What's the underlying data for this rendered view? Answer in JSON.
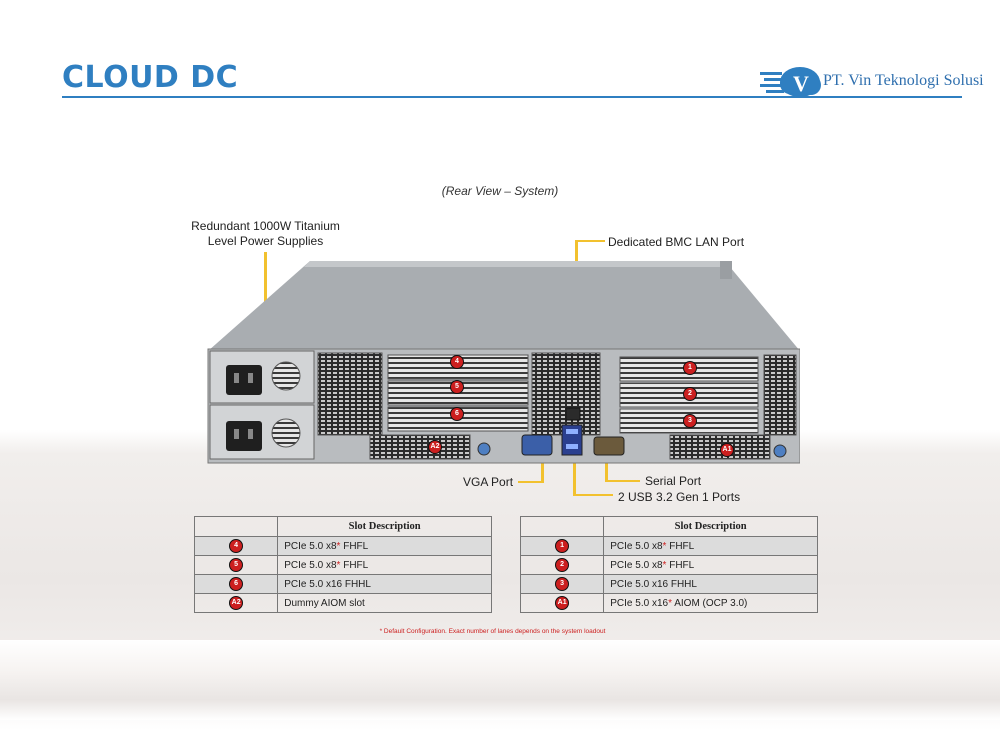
{
  "header": {
    "title": "CLOUD DC",
    "company": "PT. Vin Teknologi Solusi",
    "logo_letter": "V"
  },
  "figure": {
    "caption": "(Rear View – System)",
    "labels": {
      "psu": "Redundant  1000W Titanium Level Power Supplies",
      "bmc": "Dedicated BMC LAN Port",
      "vga": "VGA Port",
      "serial": "Serial Port",
      "usb": "2 USB 3.2 Gen 1 Ports"
    },
    "slot_badges_left": [
      "4",
      "5",
      "6",
      "A2"
    ],
    "slot_badges_right": [
      "1",
      "2",
      "3",
      "A1"
    ]
  },
  "tables": {
    "header": "Slot Description",
    "left": [
      {
        "id": "4",
        "desc": "PCIe 5.0 x8",
        "star": "*",
        "suffix": " FHFL"
      },
      {
        "id": "5",
        "desc": "PCIe 5.0 x8",
        "star": "*",
        "suffix": " FHFL"
      },
      {
        "id": "6",
        "desc": "PCIe 5.0 x16 FHHL",
        "star": "",
        "suffix": ""
      },
      {
        "id": "A2",
        "desc": "Dummy AIOM slot",
        "star": "",
        "suffix": ""
      }
    ],
    "right": [
      {
        "id": "1",
        "desc": "PCIe 5.0 x8",
        "star": "*",
        "suffix": " FHFL"
      },
      {
        "id": "2",
        "desc": "PCIe 5.0 x8",
        "star": "*",
        "suffix": " FHFL"
      },
      {
        "id": "3",
        "desc": "PCIe 5.0 x16 FHHL",
        "star": "",
        "suffix": ""
      },
      {
        "id": "A1",
        "desc": "PCIe 5.0 x16",
        "star": "*",
        "suffix": " AIOM (OCP 3.0)"
      }
    ]
  },
  "footnote": "* Default Configuration. Exact number of lanes depends on the system loadout",
  "colors": {
    "accent": "#2f7fc1",
    "badge": "#cc1f1f",
    "leader": "#f2c12e"
  }
}
